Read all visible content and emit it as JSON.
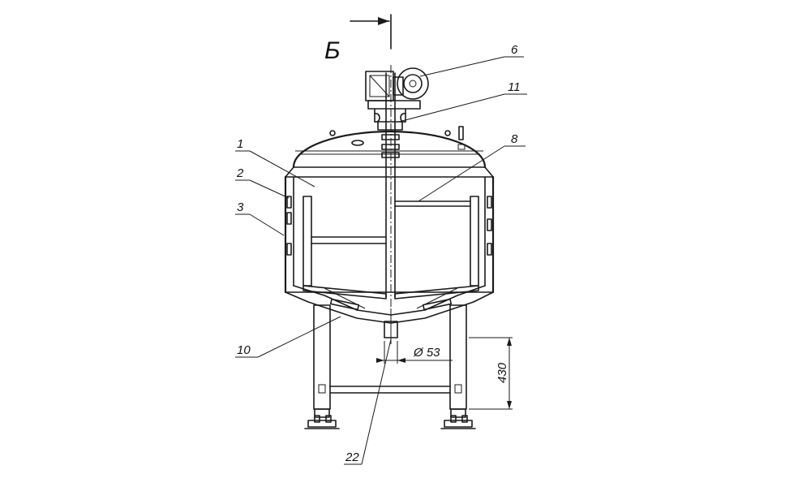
{
  "section_mark": "Б",
  "dimensions": {
    "diameter": "Ø 53",
    "height": "430"
  },
  "callouts": {
    "c1": "1",
    "c2": "2",
    "c3": "3",
    "c6": "6",
    "c8": "8",
    "c10": "10",
    "c11": "11",
    "c22": "22"
  }
}
